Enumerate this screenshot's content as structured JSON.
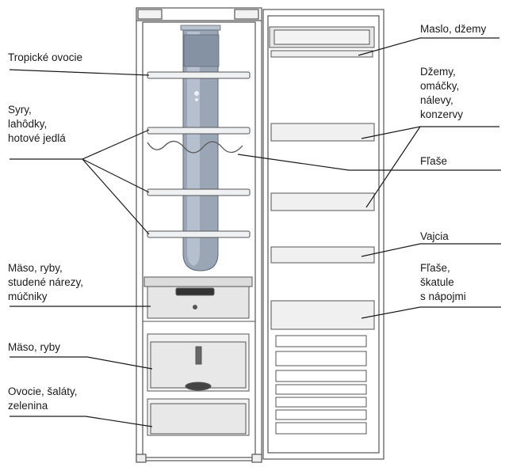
{
  "labels": {
    "tropical_fruit": "Tropické ovocie",
    "cheese_deli": "Syry,\nlahôdky,\nhotové jedlá",
    "meat_fish_cold_cuts": "Mäso, ryby,\nstudené nárezy,\nmúčniky",
    "meat_fish": "Mäso, ryby",
    "fruit_veg": "Ovocie, šaláty,\nzelenina",
    "butter_jams": "Maslo, džemy",
    "jams_sauces": "Džemy,\nomáčky,\nnálevy,\nkonzervy",
    "bottles_1": "Fľaše",
    "eggs": "Vajcia",
    "bottles_cans": "Fľaše,\nškatule\ns nápojmi"
  },
  "colors": {
    "line": "#1a1a1a",
    "outline": "#555555",
    "glass": "#eef0f2",
    "tank": "#9aa6b6",
    "tank_light": "#c9d1dc",
    "drawer": "#e6e6e6"
  }
}
